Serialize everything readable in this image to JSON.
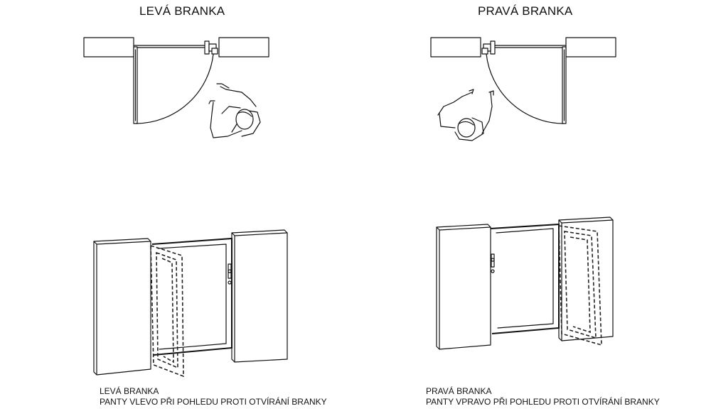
{
  "plan": {
    "left_title": "LEVÁ BRANKA",
    "right_title": "PRAVÁ BRANKA"
  },
  "captions": {
    "left": {
      "line1": "LEVÁ BRANKA",
      "line2": "PANTY VLEVO  PŘI POHLEDU PROTI OTVÍRÁNÍ BRANKY"
    },
    "right": {
      "line1": "PRAVÁ BRANKA",
      "line2": "PANTY VPRAVO  PŘI POHLEDU PROTI OTVÍRÁNÍ BRANKY"
    }
  }
}
